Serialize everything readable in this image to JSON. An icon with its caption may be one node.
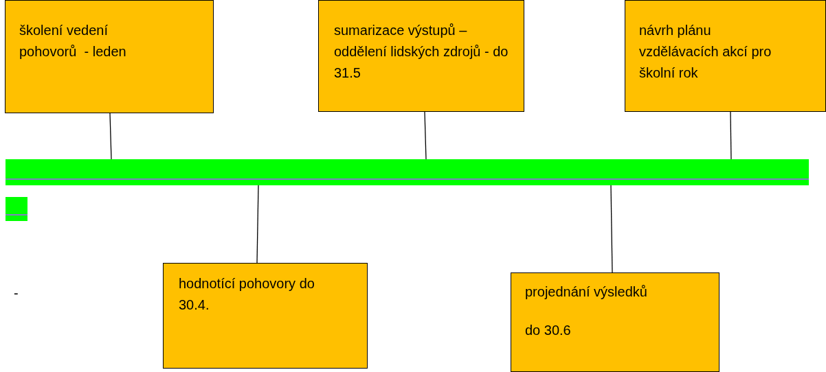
{
  "diagram": {
    "nodes": [
      {
        "text": [
          "školení vedení pohovorů  - leden"
        ]
      },
      {
        "text": [
          "sumarizace výstupů – oddělení lidských zdrojů - do 31.5"
        ]
      },
      {
        "text": [
          "návrh plánu vzdělávacích akcí pro školní rok"
        ]
      },
      {
        "text": [],
        "shape": "bar"
      },
      {
        "text": [],
        "shape": "bar"
      },
      {
        "text": [
          "hodnotící pohovory do 30.4."
        ]
      },
      {
        "text": [
          "projednání výsledků",
          "do 30.6"
        ]
      }
    ],
    "edges": [
      {
        "from": 0,
        "to": 3,
        "arrow": "none"
      },
      {
        "from": 1,
        "to": 3,
        "arrow": "none"
      },
      {
        "from": 2,
        "to": 3,
        "arrow": "none"
      },
      {
        "from": 5,
        "to": 3,
        "arrow": "none"
      },
      {
        "from": 6,
        "to": 3,
        "arrow": "none"
      }
    ],
    "labels": [
      "-"
    ]
  }
}
